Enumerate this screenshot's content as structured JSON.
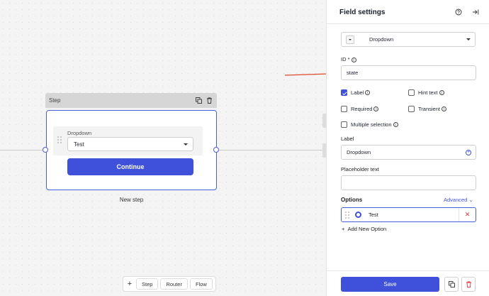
{
  "canvas": {
    "step": {
      "header_title": "Step",
      "field_label": "Dropdown",
      "field_value": "Test",
      "continue_label": "Continue",
      "name": "New step"
    },
    "toolbar": {
      "plus": "+",
      "items": [
        "Step",
        "Router",
        "Flow"
      ]
    }
  },
  "panel": {
    "title": "Field settings",
    "field_type": "Dropdown",
    "id_label": "ID *",
    "id_value": "state",
    "checkboxes": {
      "label": {
        "text": "Label",
        "checked": true
      },
      "hint_text": {
        "text": "Hint text",
        "checked": false
      },
      "required": {
        "text": "Required",
        "checked": false
      },
      "transient": {
        "text": "Transient",
        "checked": false
      },
      "multiple_selection": {
        "text": "Multiple selection",
        "checked": false
      }
    },
    "label_heading": "Label",
    "label_value": "Dropdown",
    "placeholder_heading": "Placeholder text",
    "placeholder_value": "",
    "options_heading": "Options",
    "advanced_label": "Advanced ⌄",
    "options": [
      {
        "text": "Test",
        "selected": true
      }
    ],
    "add_option_label": "Add New Option",
    "save_label": "Save"
  },
  "colors": {
    "accent": "#3f51db",
    "annotation_arrow": "#e0492b",
    "delete_red": "#e0383e"
  },
  "icons": [
    "copy-icon",
    "trash-icon",
    "help-icon",
    "collapse-panel-icon",
    "info-icon",
    "plus-circle-icon",
    "drag-handle-icon",
    "close-icon",
    "dropdown-type-icon"
  ]
}
